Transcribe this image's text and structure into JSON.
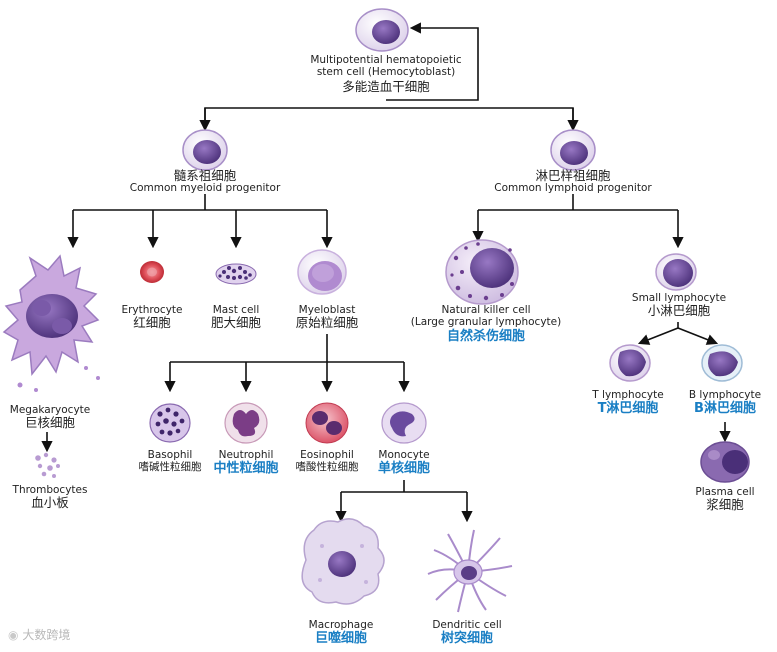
{
  "colors": {
    "cell_purple": "#9b7bbf",
    "nucleus_purple": "#5a3d87",
    "rbc_red": "#d9404a",
    "eosinophil_red": "#e06a7a",
    "arrow": "#111111",
    "highlight_blue": "#1a7fc4"
  },
  "stem": {
    "en_line1": "Multipotential hematopoietic",
    "en_line2": "stem cell (Hemocytoblast)",
    "cn": "多能造血干细胞"
  },
  "myeloid": {
    "cn": "髓系祖细胞",
    "en": "Common myeloid progenitor"
  },
  "lymphoid": {
    "cn": "淋巴样祖细胞",
    "en": "Common lymphoid progenitor"
  },
  "megakaryocyte": {
    "en": "Megakaryocyte",
    "cn": "巨核细胞"
  },
  "thrombocytes": {
    "en": "Thrombocytes",
    "cn": "血小板"
  },
  "erythrocyte": {
    "en": "Erythrocyte",
    "cn": "红细胞"
  },
  "mast_cell": {
    "en": "Mast cell",
    "cn": "肥大细胞"
  },
  "myeloblast": {
    "en": "Myeloblast",
    "cn": "原始粒细胞"
  },
  "nk_cell": {
    "en_line1": "Natural killer cell",
    "en_line2": "(Large granular lymphocyte)",
    "cn": "自然杀伤细胞"
  },
  "small_lymphocyte": {
    "en": "Small lymphocyte",
    "cn": "小淋巴细胞"
  },
  "basophil": {
    "en": "Basophil",
    "cn": "嗜碱性粒细胞"
  },
  "neutrophil": {
    "en": "Neutrophil",
    "cn": "中性粒细胞"
  },
  "eosinophil": {
    "en": "Eosinophil",
    "cn": "嗜酸性粒细胞"
  },
  "monocyte": {
    "en": "Monocyte",
    "cn": "单核细胞"
  },
  "t_lymphocyte": {
    "en": "T lymphocyte",
    "cn": "T淋巴细胞"
  },
  "b_lymphocyte": {
    "en": "B lymphocyte",
    "cn": "B淋巴细胞"
  },
  "plasma_cell": {
    "en": "Plasma cell",
    "cn": "浆细胞"
  },
  "macrophage": {
    "en": "Macrophage",
    "cn": "巨噬细胞"
  },
  "dendritic_cell": {
    "en": "Dendritic cell",
    "cn": "树突细胞"
  },
  "watermark": {
    "icon": "weibo-logo-icon",
    "text": "大数跨境"
  }
}
